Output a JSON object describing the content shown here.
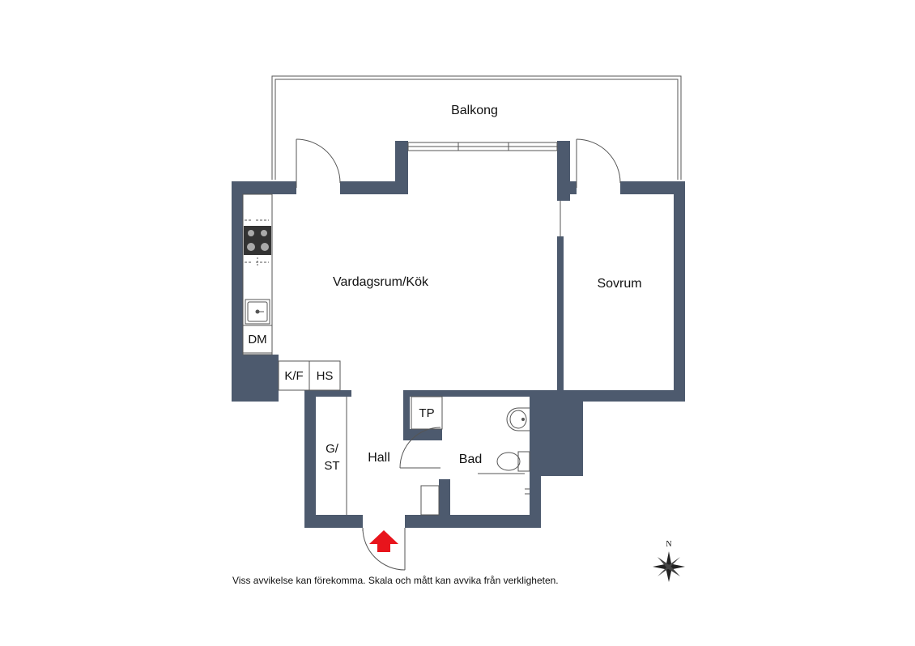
{
  "rooms": {
    "balcony": "Balkong",
    "living_kitchen": "Vardagsrum/Kök",
    "bedroom": "Sovrum",
    "hall": "Hall",
    "bathroom": "Bad"
  },
  "fixtures": {
    "dishwasher": "DM",
    "fridge_freezer": "K/F",
    "cabinet_hs": "HS",
    "storage_tp": "TP",
    "wardrobe_line1": "G/",
    "wardrobe_line2": "ST"
  },
  "compass": {
    "north": "N"
  },
  "disclaimer": "Viss avvikelse kan förekomma. Skala och mått kan avvika från verkligheten.",
  "colors": {
    "wall": "#4d5a6e",
    "entrance_arrow": "#e8141c",
    "background": "#ffffff"
  }
}
